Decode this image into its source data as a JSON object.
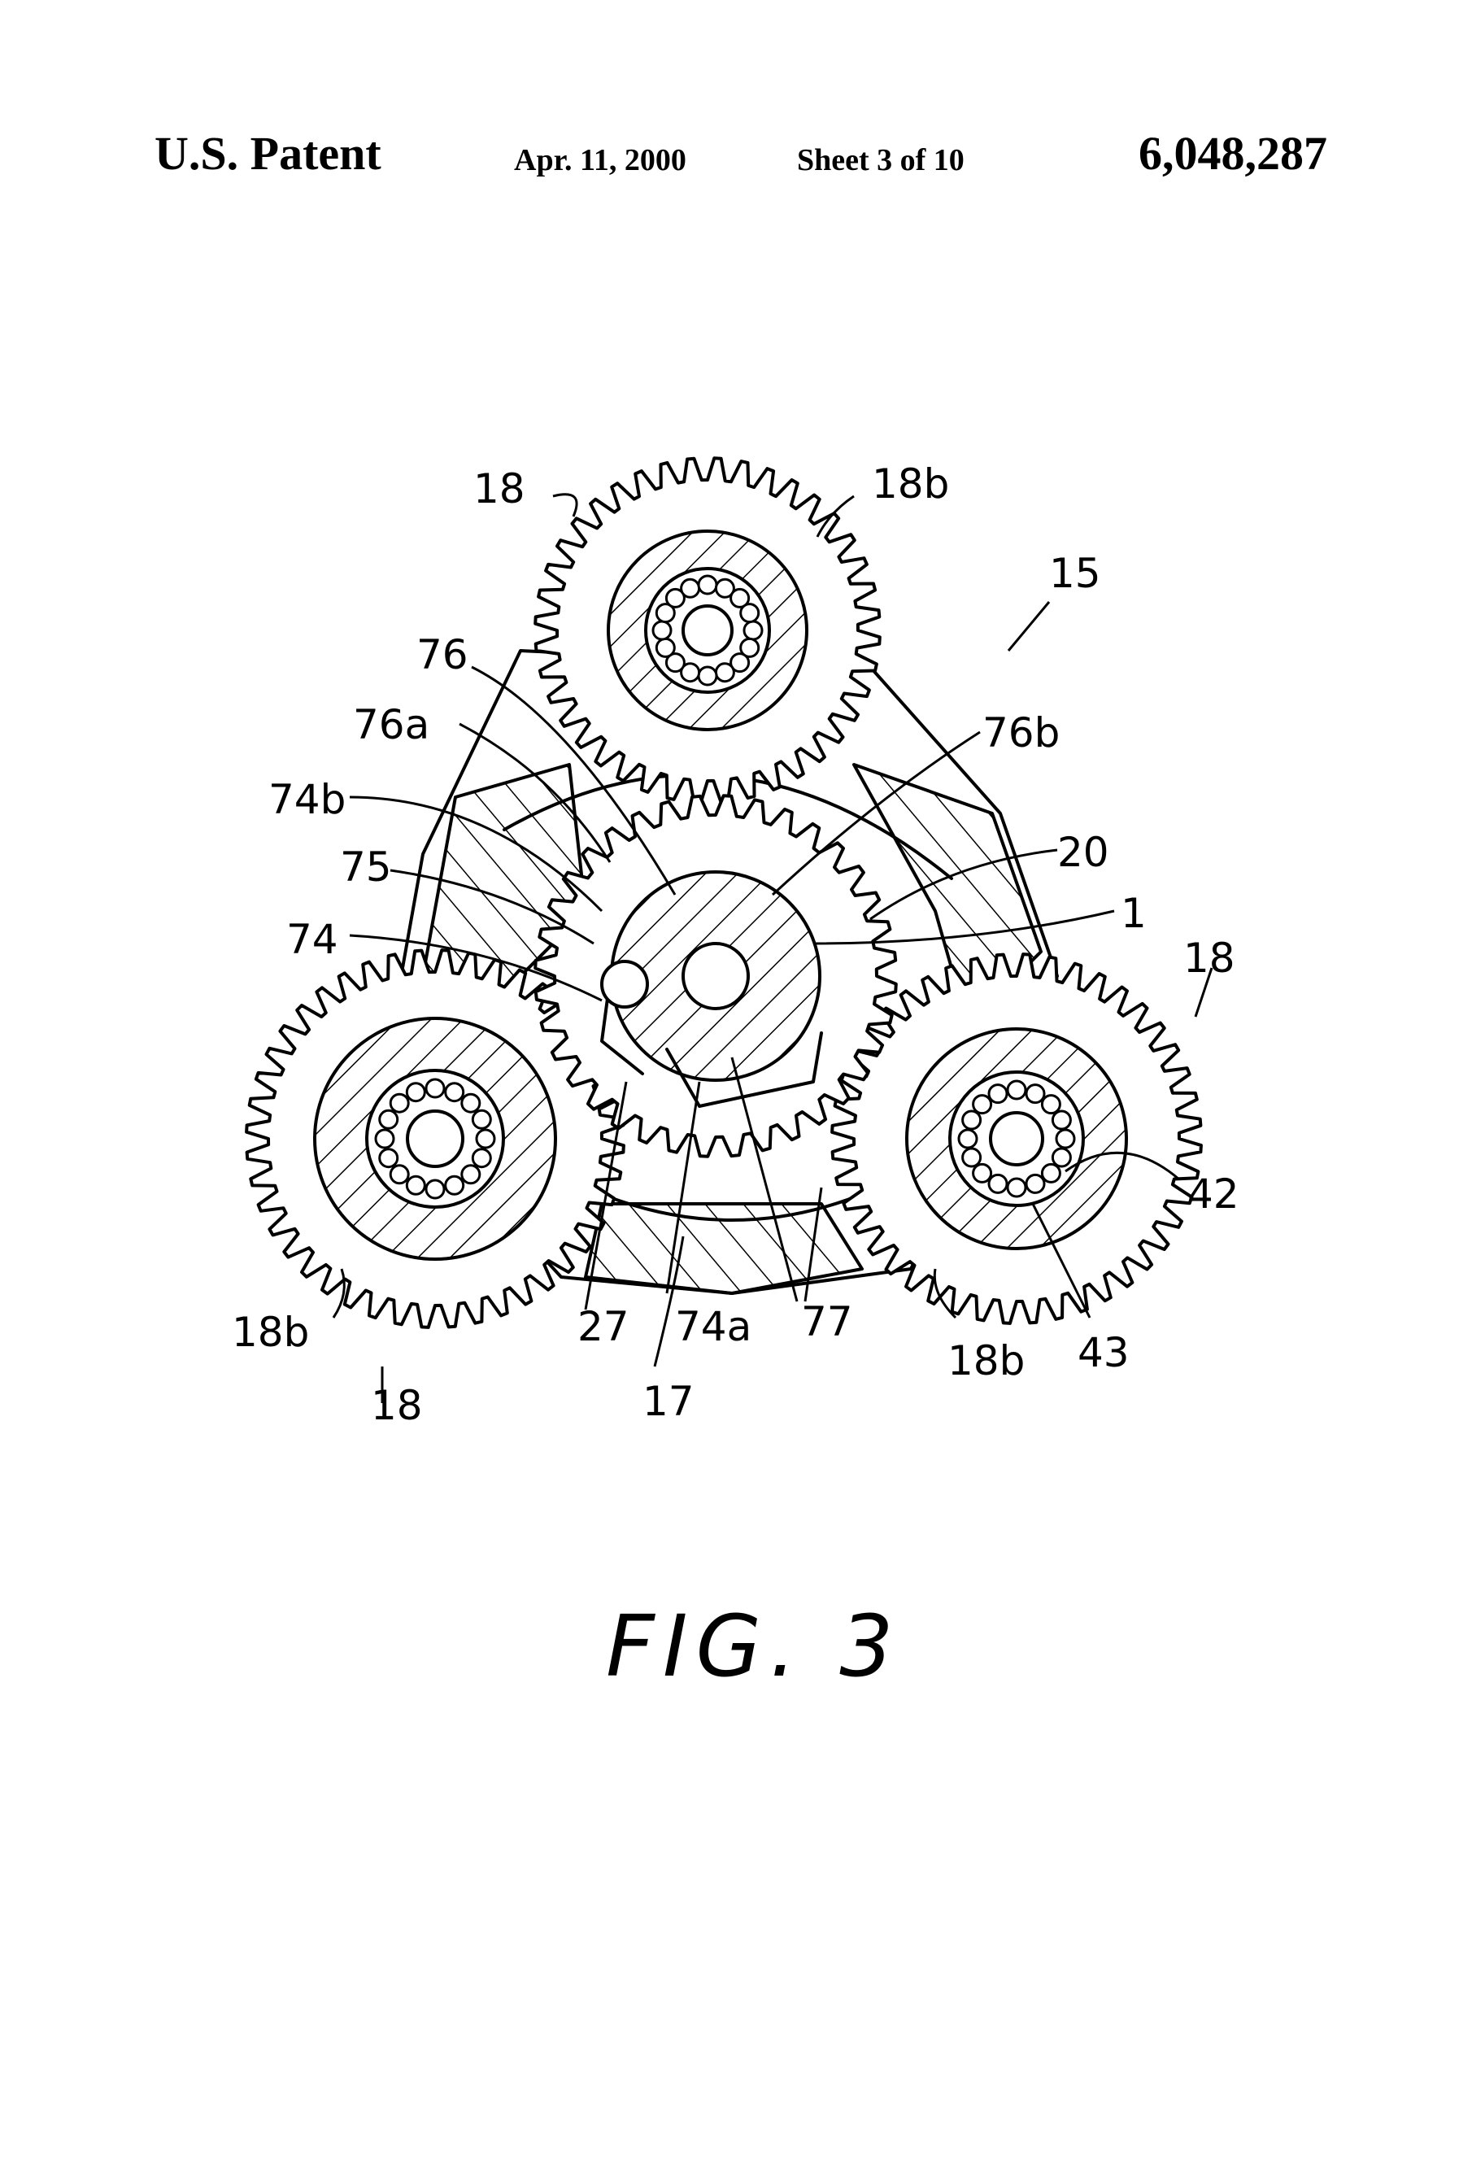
{
  "header": {
    "publication": "U.S. Patent",
    "date": "Apr. 11, 2000",
    "sheet": "Sheet 3 of 10",
    "patent_number": "6,048,287"
  },
  "figure": {
    "caption": "FIG. 3",
    "labels": {
      "planet_top": "18",
      "planet_top_teeth": "18b",
      "assembly": "15",
      "l76": "76",
      "l76a": "76a",
      "l76b": "76b",
      "l74b": "74b",
      "l75": "75",
      "l74": "74",
      "l20": "20",
      "l1": "1",
      "planet_right": "18",
      "l42": "42",
      "l43": "43",
      "planet_right_teeth": "18b",
      "l77": "77",
      "l74a": "74a",
      "l27": "27",
      "l17": "17",
      "planet_left_teeth": "18b",
      "planet_left": "18"
    }
  }
}
